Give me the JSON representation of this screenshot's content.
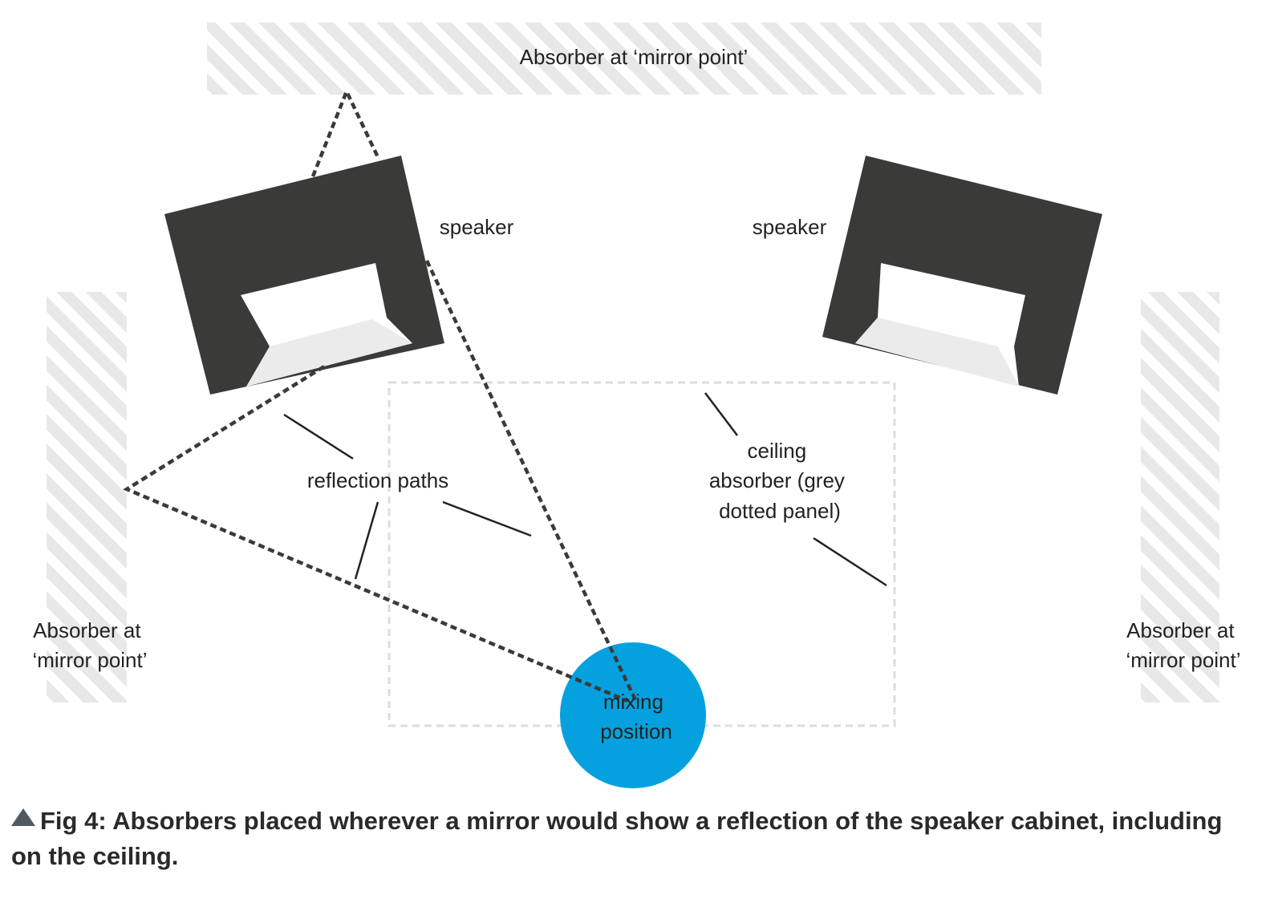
{
  "labels": {
    "top_absorber": "Absorber at ‘mirror point’",
    "left_absorber": [
      "Absorber at",
      "‘mirror point’"
    ],
    "right_absorber": [
      "Absorber at",
      "‘mirror point’"
    ],
    "speaker_left": "speaker",
    "speaker_right": "speaker",
    "reflection_paths": "reflection paths",
    "ceiling_absorber": [
      "ceiling",
      "absorber (grey",
      "dotted panel)"
    ],
    "mixing_position": [
      "mixing",
      "position"
    ]
  },
  "caption": "Fig 4: Absorbers placed wherever a mirror would show a reflection of the speaker cabinet, including on the ceiling.",
  "colors": {
    "speaker": "#3a3a39",
    "absorber_stripe": "#e8e8e8",
    "mixing_position": "#05a1df",
    "ceiling_panel": "#dddddd",
    "reflection_path": "#3a3a3a",
    "caption_icon": "#4f5a63"
  },
  "icons": {
    "caption_marker": "triangle-up-icon"
  }
}
